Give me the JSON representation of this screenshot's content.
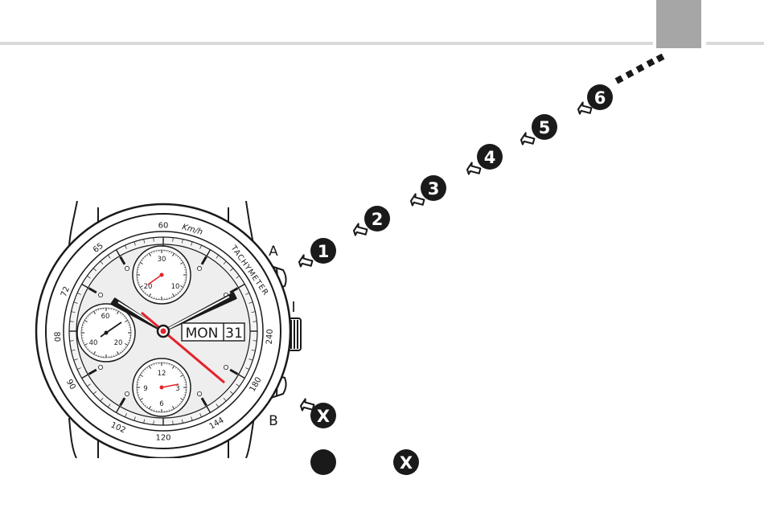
{
  "colors": {
    "header_line": "#d9d9d9",
    "tab": "#a6a6a6",
    "ink": "#1a1a1a",
    "dial": "#eeeeee",
    "hand_red": "#e3232b",
    "badge": "#1a1a1a"
  },
  "watch": {
    "bezel_scale": {
      "unit": "Km/h",
      "name": "TACHYMETER",
      "labels": [
        "60",
        "65",
        "72",
        "80",
        "90",
        "102",
        "120",
        "144",
        "180",
        "240"
      ]
    },
    "subdial_top": {
      "labels": [
        "30",
        "10",
        "20"
      ]
    },
    "subdial_left": {
      "labels": [
        "60",
        "20",
        "40"
      ]
    },
    "subdial_bottom": {
      "labels": [
        "12",
        "3",
        "6",
        "9"
      ]
    },
    "day": "MON",
    "date": "31",
    "pushers": {
      "upper": "A",
      "lower": "B"
    },
    "crown_position": "I"
  },
  "steps": [
    "1",
    "2",
    "3",
    "4",
    "5",
    "6"
  ],
  "badges": {
    "x_label": "X"
  }
}
